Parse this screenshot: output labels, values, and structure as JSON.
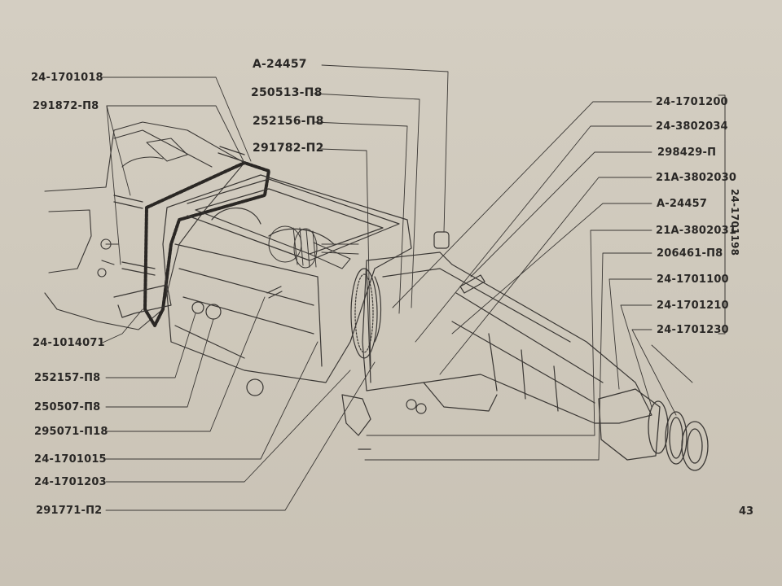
{
  "labels_left": [
    {
      "id": "l1",
      "text": "24-1701018"
    },
    {
      "id": "l2",
      "text": "291872-П8"
    },
    {
      "id": "l3",
      "text": "24-1014071"
    },
    {
      "id": "l4",
      "text": "252157-П8"
    },
    {
      "id": "l5",
      "text": "250507-П8"
    },
    {
      "id": "l6",
      "text": "295071-П18"
    },
    {
      "id": "l7",
      "text": "24-1701015"
    },
    {
      "id": "l8",
      "text": "24-1701203"
    },
    {
      "id": "l9",
      "text": "291771-П2"
    }
  ],
  "labels_top": [
    {
      "id": "t1",
      "text": "А-24457"
    },
    {
      "id": "t2",
      "text": "250513-П8"
    },
    {
      "id": "t3",
      "text": "252156-П8"
    },
    {
      "id": "t4",
      "text": "291782-П2"
    }
  ],
  "labels_right": [
    {
      "id": "r1",
      "text": "24-1701200"
    },
    {
      "id": "r2",
      "text": "24-3802034"
    },
    {
      "id": "r3",
      "text": "298429-П"
    },
    {
      "id": "r4",
      "text": "21А-3802030"
    },
    {
      "id": "r5",
      "text": "А-24457"
    },
    {
      "id": "r6",
      "text": "21А-3802031"
    },
    {
      "id": "r7",
      "text": "206461-П8"
    },
    {
      "id": "r8",
      "text": "24-1701100"
    },
    {
      "id": "r9",
      "text": "24-1701210"
    },
    {
      "id": "r10",
      "text": "24-1701230"
    }
  ],
  "bracket_label": "24-1701198",
  "page_number": "43"
}
